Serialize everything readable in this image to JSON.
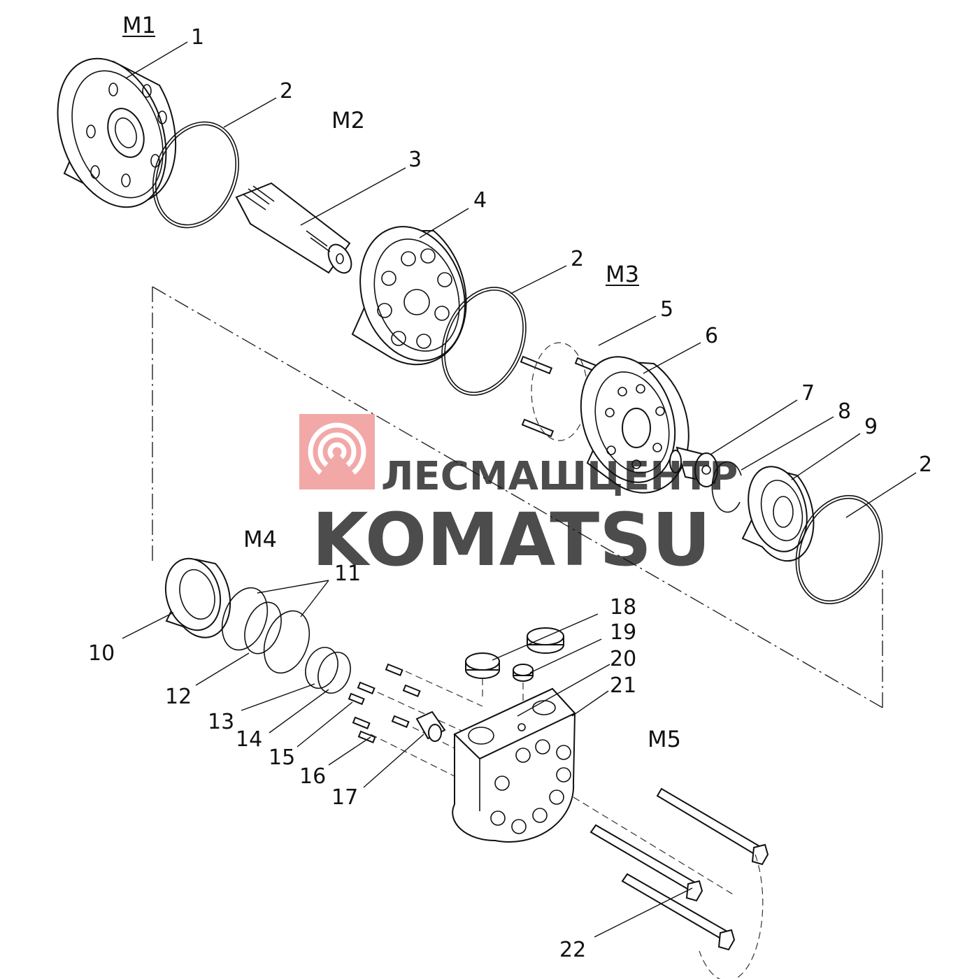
{
  "diagram": {
    "groups": [
      {
        "id": "M1",
        "text": "M1",
        "underline": true
      },
      {
        "id": "M2",
        "text": "M2",
        "underline": false
      },
      {
        "id": "M3",
        "text": "M3",
        "underline": true
      },
      {
        "id": "M4",
        "text": "M4",
        "underline": false
      },
      {
        "id": "M5",
        "text": "M5",
        "underline": false
      }
    ],
    "part_numbers": [
      {
        "id": "p1",
        "text": "1"
      },
      {
        "id": "p2a",
        "text": "2"
      },
      {
        "id": "p3",
        "text": "3"
      },
      {
        "id": "p4",
        "text": "4"
      },
      {
        "id": "p2b",
        "text": "2"
      },
      {
        "id": "p5",
        "text": "5"
      },
      {
        "id": "p6",
        "text": "6"
      },
      {
        "id": "p7",
        "text": "7"
      },
      {
        "id": "p8",
        "text": "8"
      },
      {
        "id": "p9",
        "text": "9"
      },
      {
        "id": "p2c",
        "text": "2"
      },
      {
        "id": "p11",
        "text": "11"
      },
      {
        "id": "p10",
        "text": "10"
      },
      {
        "id": "p12",
        "text": "12"
      },
      {
        "id": "p13",
        "text": "13"
      },
      {
        "id": "p14",
        "text": "14"
      },
      {
        "id": "p15",
        "text": "15"
      },
      {
        "id": "p16",
        "text": "16"
      },
      {
        "id": "p17",
        "text": "17"
      },
      {
        "id": "p18",
        "text": "18"
      },
      {
        "id": "p19",
        "text": "19"
      },
      {
        "id": "p20",
        "text": "20"
      },
      {
        "id": "p21",
        "text": "21"
      },
      {
        "id": "p22",
        "text": "22"
      }
    ]
  },
  "watermark": {
    "line1": "ЛЕСМАШЦЕНТР",
    "line2": "KOMATSU",
    "logo_color": "#f08c8c",
    "text_color": "#c8c8c8"
  }
}
